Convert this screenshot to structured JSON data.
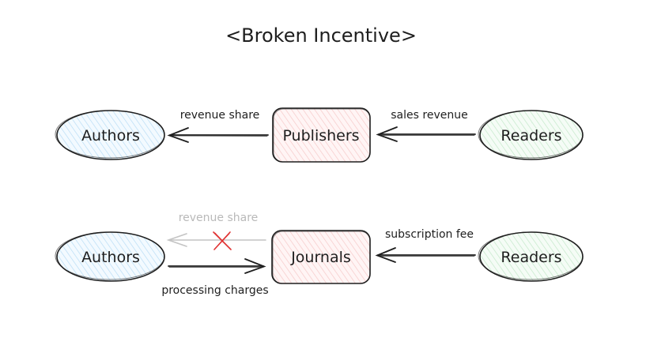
{
  "title": "<Broken Incentive>",
  "colors": {
    "ink": "#1e1e1e",
    "authors_fill": "#e7f5ff",
    "publishers_fill": "#ffe9e9",
    "readers_fill": "#ebfbee",
    "faded": "#c4c4c4",
    "cross": "#e03131"
  },
  "rows": [
    {
      "authors": "Authors",
      "middle": "Publishers",
      "readers": "Readers",
      "edge_left": "revenue share",
      "edge_right": "sales revenue"
    },
    {
      "authors": "Authors",
      "middle": "Journals",
      "readers": "Readers",
      "edge_left_broken": "revenue share",
      "edge_left_bottom": "processing charges",
      "edge_right": "subscription fee"
    }
  ]
}
